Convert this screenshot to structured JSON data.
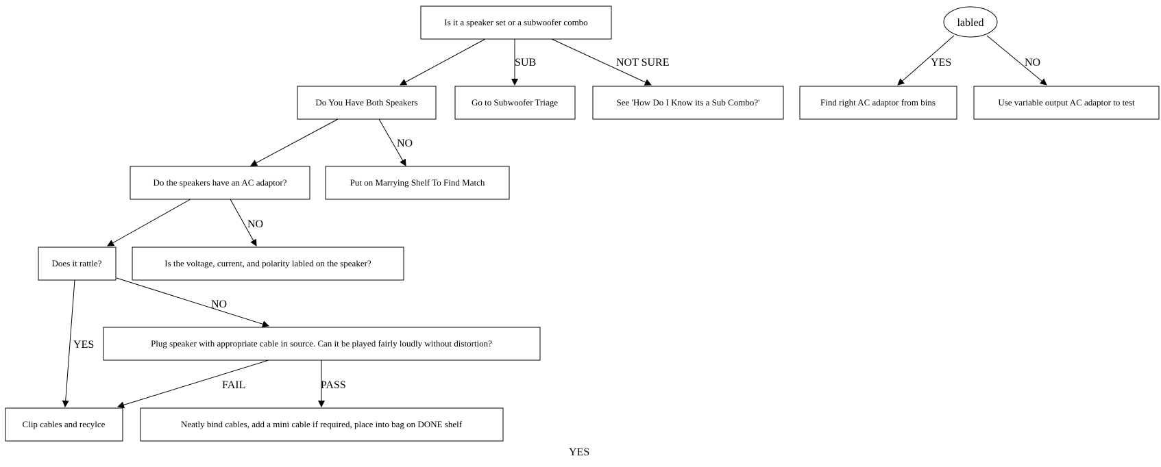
{
  "nodes": {
    "speaker_or_sub": "Is it a speaker set or a subwoofer combo",
    "both_speakers": "Do You Have Both Speakers",
    "sub_triage": "Go to Subwoofer Triage",
    "how_know_sub": "See 'How Do I Know its a Sub Combo?'",
    "ac_adaptor": "Do the speakers have an AC adaptor?",
    "marrying_shelf": "Put on Marrying Shelf To Find Match",
    "does_rattle": "Does it rattle?",
    "voltage_labled": "Is the voltage, current, and polarity labled on the speaker?",
    "plug_speaker": "Plug speaker with appropriate cable in source. Can it be played fairly loudly without distortion?",
    "clip_cables": "Clip cables and recylce",
    "neatly_bind": "Neatly bind cables, add a mini cable if required, place into bag on DONE shelf",
    "labled": "labled",
    "find_ac": "Find right AC adaptor from bins",
    "variable_ac": "Use variable output AC adaptor to test"
  },
  "edge_labels": {
    "sub": "SUB",
    "not_sure": "NOT SURE",
    "both_no": "NO",
    "ac_no": "NO",
    "rattle_yes": "YES",
    "rattle_no": "NO",
    "fail": "FAIL",
    "pass": "PASS",
    "labled_yes": "YES",
    "labled_no": "NO",
    "stray_yes": "YES"
  }
}
